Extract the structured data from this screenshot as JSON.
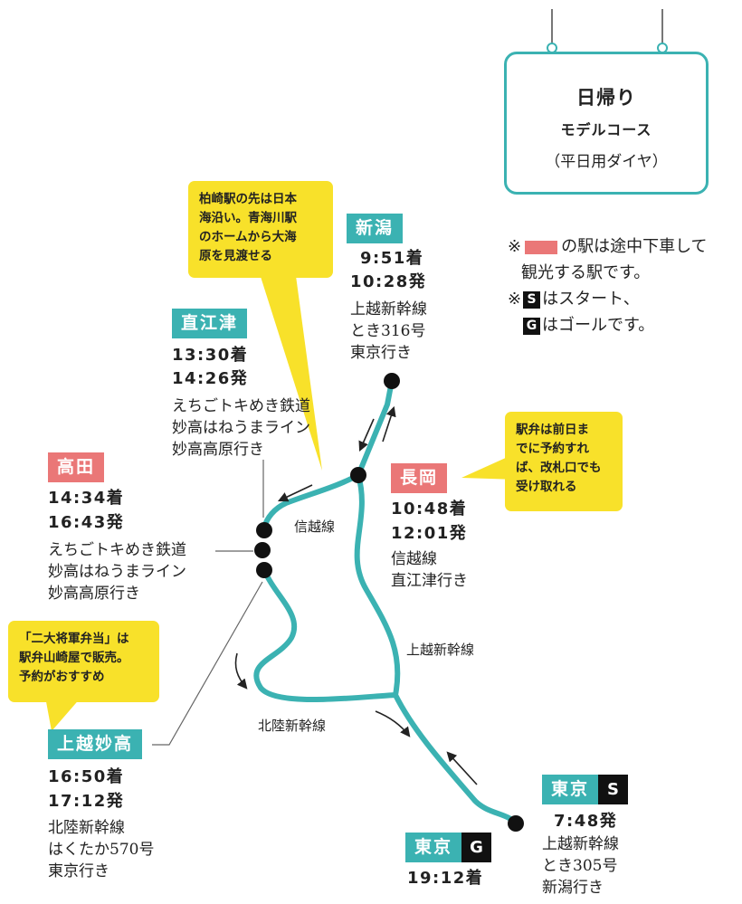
{
  "title_board": {
    "line1": "日帰り",
    "line2": "モデルコース",
    "line3": "（平日用ダイヤ）"
  },
  "legend": {
    "note1_mark": "※",
    "note1_text": "の駅は途中下車して",
    "note1_cont": "観光する駅です。",
    "note2_mark": "※",
    "note2_letter": "S",
    "note2_text": "はスタート、",
    "note3_letter": "G",
    "note3_text": "はゴールです。"
  },
  "bubbles": {
    "kashiwazaki": [
      "柏崎駅の先は日本",
      "海沿い。青海川駅",
      "のホームから大海",
      "原を見渡せる"
    ],
    "ekiben": [
      "駅弁は前日ま",
      "でに予約すれ",
      "ば、改札口でも",
      "受け取れる"
    ],
    "bento": [
      "「二大将軍弁当」は",
      "駅弁山崎屋で販売。",
      "予約がおすすめ"
    ]
  },
  "stations": {
    "niigata": {
      "name": "新潟",
      "arrive": "9:51着",
      "depart": "10:28発",
      "info": [
        "上越新幹線",
        "とき316号",
        "東京行き"
      ]
    },
    "naoetsu": {
      "name": "直江津",
      "arrive": "13:30着",
      "depart": "14:26発",
      "info": [
        "えちごトキめき鉄道",
        "妙高はねうまライン",
        "妙高高原行き"
      ]
    },
    "nagaoka": {
      "name": "長岡",
      "arrive": "10:48着",
      "depart": "12:01発",
      "info": [
        "信越線",
        "直江津行き"
      ]
    },
    "takada": {
      "name": "高田",
      "arrive": "14:34着",
      "depart": "16:43発",
      "info": [
        "えちごトキめき鉄道",
        "妙高はねうまライン",
        "妙高高原行き"
      ]
    },
    "joetsumyoko": {
      "name": "上越妙高",
      "arrive": "16:50着",
      "depart": "17:12発",
      "info": [
        "北陸新幹線",
        "はくたか570号",
        "東京行き"
      ]
    },
    "tokyo_start": {
      "name": "東京",
      "letter": "S",
      "depart": "7:48発",
      "info": [
        "上越新幹線",
        "とき305号",
        "新潟行き"
      ]
    },
    "tokyo_goal": {
      "name": "東京",
      "letter": "G",
      "arrive": "19:12着"
    }
  },
  "lines": {
    "shinetsu": "信越線",
    "joetsu_shinkansen": "上越新幹線",
    "hokuriku_shinkansen": "北陸新幹線"
  },
  "colors": {
    "route": "#3bb2b2",
    "highlight": "#ea7777",
    "bubble": "#f8e12a",
    "node": "#111111"
  }
}
